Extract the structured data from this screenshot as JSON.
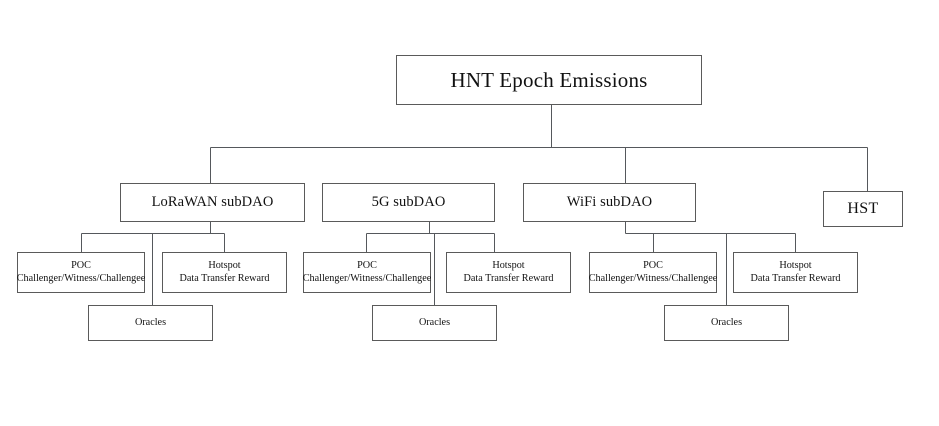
{
  "diagram": {
    "title_box": {
      "label": "HNT Epoch Emissions"
    },
    "subdaos": [
      {
        "key": "lorawan",
        "label": "LoRaWAN subDAO"
      },
      {
        "key": "5g",
        "label": "5G subDAO"
      },
      {
        "key": "wifi",
        "label": "WiFi subDAO"
      }
    ],
    "hst_box": {
      "label": "HST"
    },
    "leaf_labels": {
      "poc_line1": "POC",
      "poc_line2": "Challenger/Witness/Challengee",
      "hotspot_line1": "Hotspot",
      "hotspot_line2": "Data Transfer Reward",
      "oracles": "Oracles"
    },
    "clusters": [
      {
        "key": "lorawan",
        "poc": {
          "line1": "POC",
          "line2": "Challenger/Witness/Challengee"
        },
        "hotspot": {
          "line1": "Hotspot",
          "line2": "Data Transfer Reward"
        },
        "oracles": {
          "label": "Oracles"
        }
      },
      {
        "key": "5g",
        "poc": {
          "line1": "POC",
          "line2": "Challenger/Witness/Challengee"
        },
        "hotspot": {
          "line1": "Hotspot",
          "line2": "Data Transfer Reward"
        },
        "oracles": {
          "label": "Oracles"
        }
      },
      {
        "key": "wifi",
        "poc": {
          "line1": "POC",
          "line2": "Challenger/Witness/Challengee"
        },
        "hotspot": {
          "line1": "Hotspot",
          "line2": "Data Transfer Reward"
        },
        "oracles": {
          "label": "Oracles"
        }
      }
    ],
    "colors": {
      "background": "#ffffff",
      "box_border": "#5a5a5a",
      "connector": "#55585c",
      "text": "#111111"
    }
  }
}
